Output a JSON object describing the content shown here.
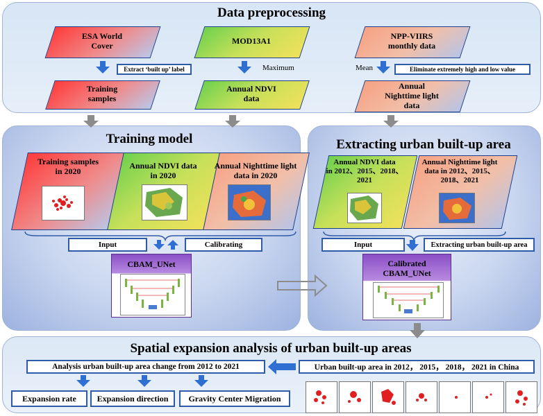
{
  "titles": {
    "preprocessing": "Data preprocessing",
    "training": "Training model",
    "extracting": "Extracting urban built-up area",
    "spatial": "Spatial expansion analysis of urban built-up areas"
  },
  "preprocessing": {
    "esa": "ESA World\nCover",
    "mod": "MOD13A1",
    "npp": "NPP-VIIRS\nmonthly data",
    "extract_label": "Extract ‘built up’ label",
    "maximum": "Maximum",
    "mean": "Mean",
    "eliminate": "Eliminate extremely high and low value",
    "training_samples": "Training\nsamples",
    "annual_ndvi": "Annual NDVI\ndata",
    "annual_ntl": "Annual\nNighttime light\ndata"
  },
  "training": {
    "samples": "Training samples\nin 2020",
    "ndvi": "Annual NDVI data\nin 2020",
    "ntl": "Annual Nighttime light\ndata in 2020",
    "input": "Input",
    "calibrating": "Calibrating",
    "model": "CBAM_UNet"
  },
  "extracting": {
    "ndvi": "Annual NDVI data\nin 2012、2015、2018、\n2021",
    "ntl": "Annual Nighttime light\ndata in 2012、2015、\n2018、2021",
    "input": "Input",
    "extracting_label": "Extracting urban built-up area",
    "model": "Calibrated\nCBAM_UNet"
  },
  "spatial": {
    "analysis": "Analysis urban built-up area change from 2012 to 2021",
    "urban_area": "Urban built-up area in 2012， 2015， 2018， 2021 in China",
    "rate": "Expansion rate",
    "direction": "Expansion direction",
    "gravity": "Gravity Center Migration"
  },
  "colors": {
    "arrow": "#2f6fd1",
    "grey_arrow": "#8c8c8c",
    "border": "#2f5aa8",
    "model": "#7a3fb5"
  }
}
